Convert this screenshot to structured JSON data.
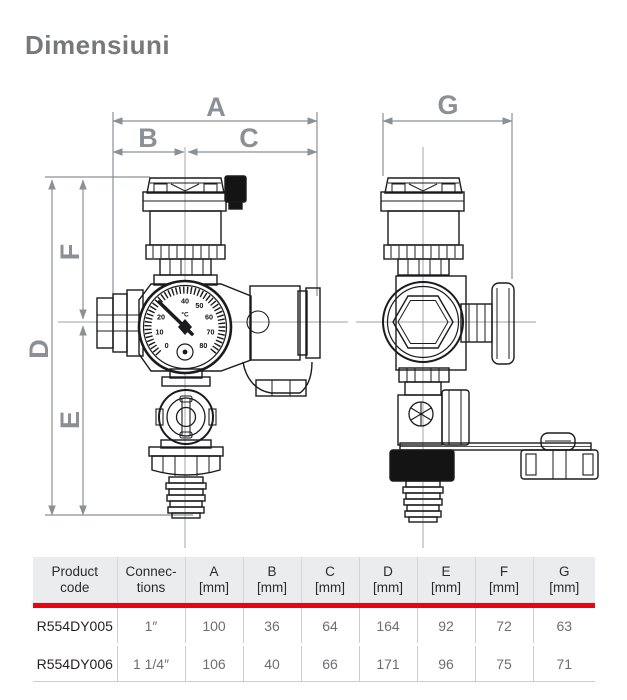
{
  "title": "Dimensiuni",
  "drawings": {
    "front_view": {
      "dims": {
        "A": "A",
        "B": "B",
        "C": "C",
        "D": "D",
        "E": "E",
        "F": "F"
      },
      "gauge": {
        "unit": "°C",
        "scale": [
          "0",
          "10",
          "20",
          "40",
          "50",
          "60",
          "70",
          "80"
        ]
      }
    },
    "side_view": {
      "dims": {
        "G": "G"
      }
    }
  },
  "table": {
    "headers": [
      {
        "l1": "Product",
        "l2": "code"
      },
      {
        "l1": "Connec-",
        "l2": "tions"
      },
      {
        "l1": "A",
        "l2": "[mm]"
      },
      {
        "l1": "B",
        "l2": "[mm]"
      },
      {
        "l1": "C",
        "l2": "[mm]"
      },
      {
        "l1": "D",
        "l2": "[mm]"
      },
      {
        "l1": "E",
        "l2": "[mm]"
      },
      {
        "l1": "F",
        "l2": "[mm]"
      },
      {
        "l1": "G",
        "l2": "[mm]"
      }
    ],
    "rows": [
      {
        "code": "R554DY005",
        "connections": "1″",
        "A": "100",
        "B": "36",
        "C": "64",
        "D": "164",
        "E": "92",
        "F": "72",
        "G": "63"
      },
      {
        "code": "R554DY006",
        "connections": "1 1/4″",
        "A": "106",
        "B": "40",
        "C": "66",
        "D": "171",
        "E": "96",
        "F": "75",
        "G": "71"
      }
    ]
  },
  "colors": {
    "accent_red": "#e30613",
    "dimension_gray": "#8b9096",
    "line_black": "#1b1b1d",
    "title_gray": "#77787b"
  }
}
